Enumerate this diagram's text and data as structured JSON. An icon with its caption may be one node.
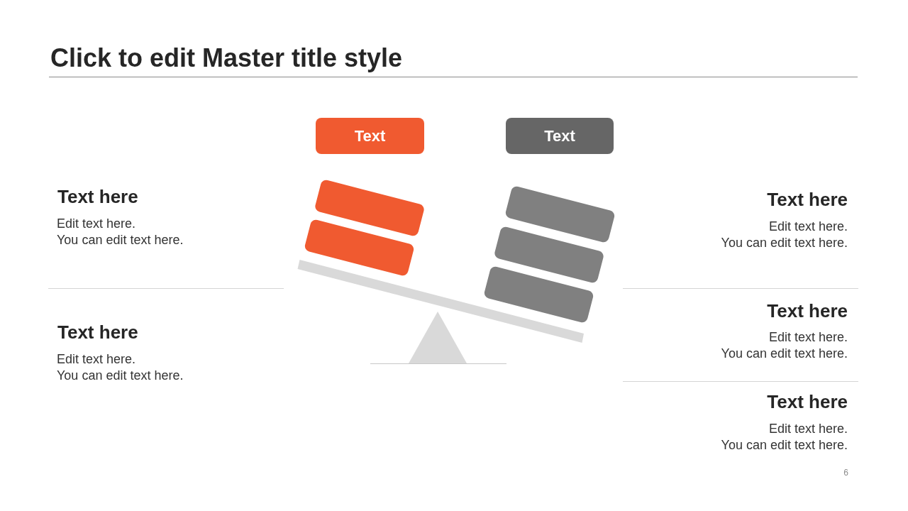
{
  "diagram": {
    "title": "Click to edit Master title style",
    "nodes": [
      {
        "text": [
          "Text"
        ]
      },
      {
        "text": [
          "Text"
        ]
      }
    ],
    "labels": [
      "Text here",
      "Edit text here. You can edit text here.",
      "Text here",
      "Edit text here. You can edit text here.",
      "Text here",
      "Edit text here. You can edit text here.",
      "Text here",
      "Edit text here. You can edit text here.",
      "Text here",
      "Edit text here. You can edit text here.",
      "6"
    ]
  }
}
